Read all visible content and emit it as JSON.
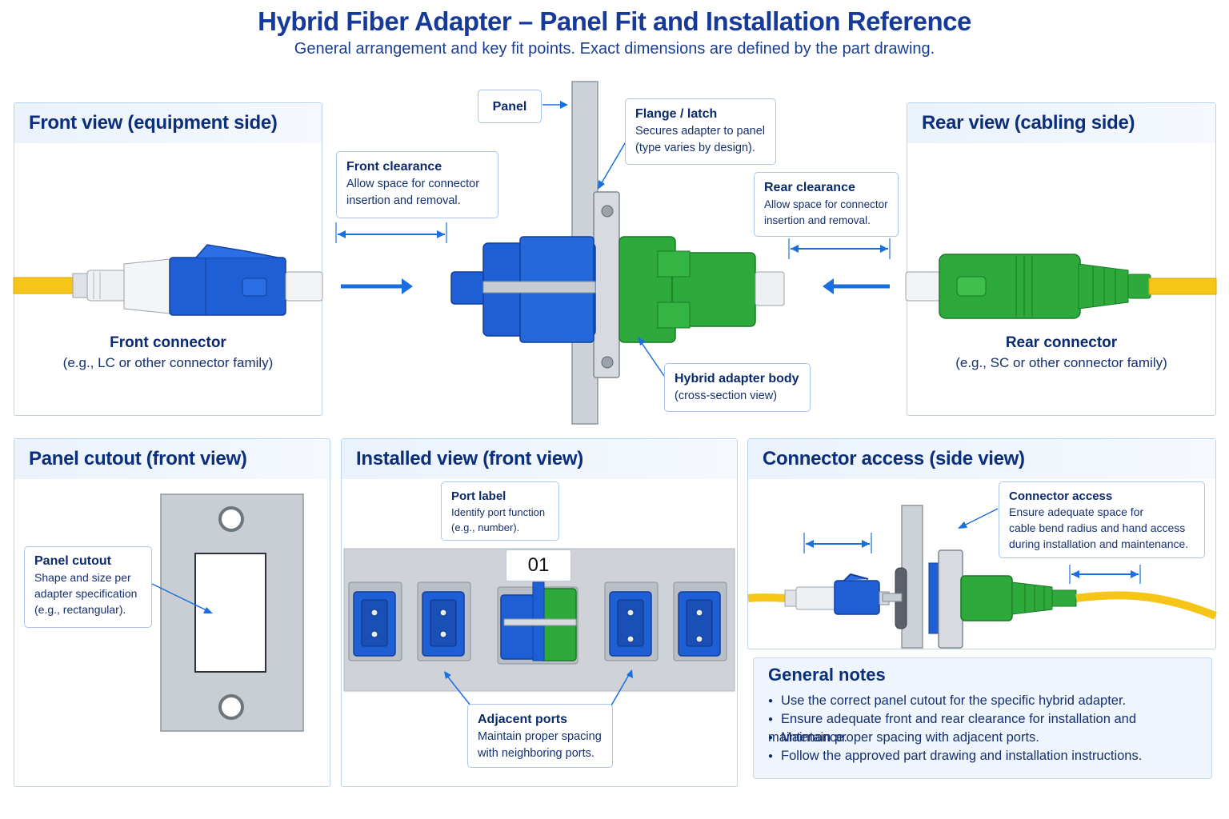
{
  "header": {
    "title": "Hybrid Fiber Adapter – Panel Fit and Installation Reference",
    "subtitle": "General arrangement and key fit points. Exact dimensions are defined by the part drawing."
  },
  "front_view": {
    "title": "Front view (equipment side)",
    "caption": "Front connector",
    "caption_sub": "(e.g., LC or other connector family)"
  },
  "rear_view": {
    "title": "Rear view (cabling side)",
    "caption": "Rear connector",
    "caption_sub": "(e.g., SC or other connector family)"
  },
  "cross_section": {
    "panel_label": "Panel",
    "flange": {
      "title": "Flange / latch",
      "line1": "Secures adapter to panel",
      "line2": "(type varies by design)."
    },
    "front_clearance": {
      "title": "Front clearance",
      "line1": "Allow space for connector",
      "line2": "insertion and removal."
    },
    "rear_clearance": {
      "title": "Rear clearance",
      "line1": "Allow space for connector",
      "line2": "insertion and removal."
    },
    "body": {
      "title": "Hybrid adapter body",
      "line1": "(cross-section view)"
    }
  },
  "panel_cutout": {
    "title": "Panel cutout (front view)",
    "callout": {
      "title": "Panel cutout",
      "line1": "Shape and size per",
      "line2": "adapter specification",
      "line3": "(e.g., rectangular)."
    }
  },
  "installed_view": {
    "title": "Installed view (front view)",
    "port_callout": {
      "title": "Port label",
      "line1": "Identify port function",
      "line2": "(e.g., number)."
    },
    "port_number": "01",
    "adjacent_callout": {
      "title": "Adjacent ports",
      "line1": "Maintain proper spacing",
      "line2": "with neighboring ports."
    }
  },
  "connector_access": {
    "title": "Connector access (side view)",
    "callout": {
      "title": "Connector access",
      "line1": "Ensure adequate space for",
      "line2": "cable bend radius and hand access",
      "line3": "during installation and maintenance."
    }
  },
  "general_notes": {
    "title": "General notes",
    "items": [
      "Use the correct panel cutout for the specific hybrid adapter.",
      "Ensure adequate front and rear clearance for installation and maintenance.",
      "Maintain proper spacing with adjacent ports.",
      "Follow the approved part drawing and installation instructions."
    ]
  },
  "colors": {
    "blue_connector": "#1f5fd6",
    "green_connector": "#2eaa3c",
    "cable_yellow": "#f5c518",
    "arrow_blue": "#1a6fe0",
    "panel_gray": "#c9ced4"
  }
}
